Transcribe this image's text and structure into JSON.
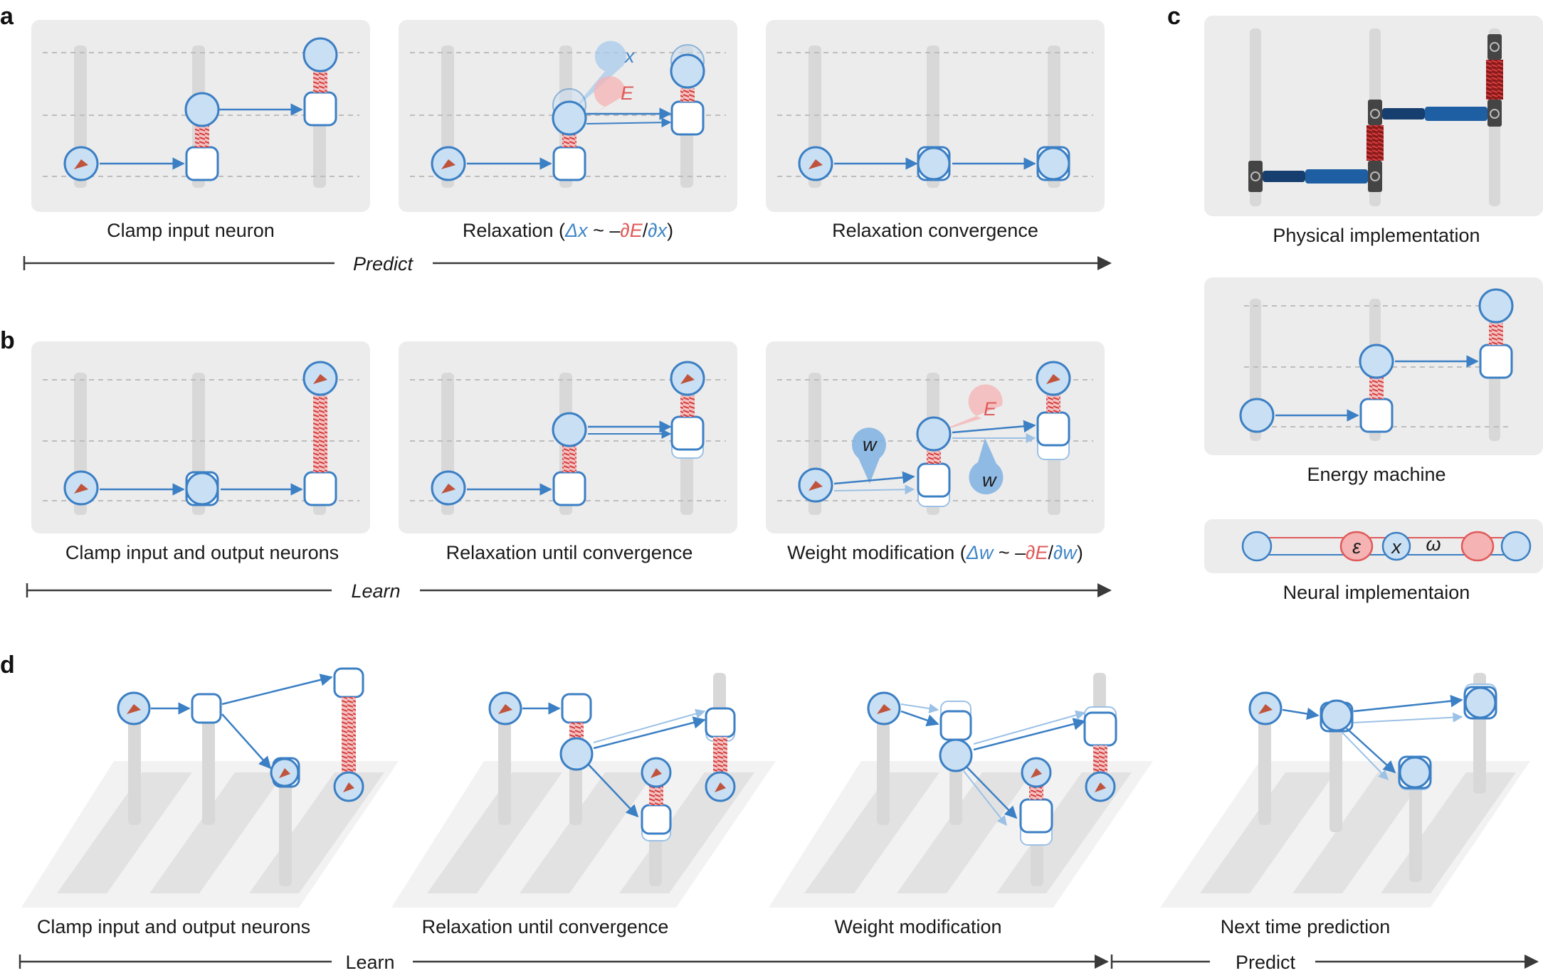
{
  "panels": {
    "a": {
      "label": "a",
      "captions": [
        "Clamp input neuron",
        "Relaxation convergence"
      ],
      "relax_caption": {
        "prefix": "Relaxation (",
        "dx": "Δx",
        "tilde": " ~ –",
        "dE": "∂E",
        "slash": "/",
        "ddx": "∂x",
        "suffix": ")"
      },
      "bubble_x": "x",
      "bubble_E": "E",
      "axis_label": "Predict"
    },
    "b": {
      "label": "b",
      "captions": [
        "Clamp input and output neurons",
        "Relaxation until convergence"
      ],
      "weight_caption": {
        "prefix": "Weight modification (",
        "dw": "Δw",
        "tilde": " ~ –",
        "dE": "∂E",
        "slash": "/",
        "ddw": "∂w",
        "suffix": ")"
      },
      "bubble_w": "w",
      "bubble_E": "E",
      "axis_label": "Learn"
    },
    "c": {
      "label": "c",
      "captions": [
        "Physical implementation",
        "Energy machine",
        "Neural implementaion"
      ],
      "neural_symbols": {
        "epsilon": "ε",
        "x": "x",
        "omega": "ω"
      }
    },
    "d": {
      "label": "d",
      "captions": [
        "Clamp input and output neurons",
        "Relaxation until convergence",
        "Weight modification",
        "Next time prediction"
      ],
      "learn_label": "Learn",
      "predict_label": "Predict"
    }
  },
  "colors": {
    "panel_bg": "#ececec",
    "neuron_fill": "#c9dff3",
    "neuron_stroke": "#3b7fc4",
    "spring": "#d43a3a",
    "bubble_blue": "#a8cbee",
    "bubble_red": "#f5b3b3",
    "rail": "#dadada",
    "bar_dark": "#1e4f86"
  }
}
